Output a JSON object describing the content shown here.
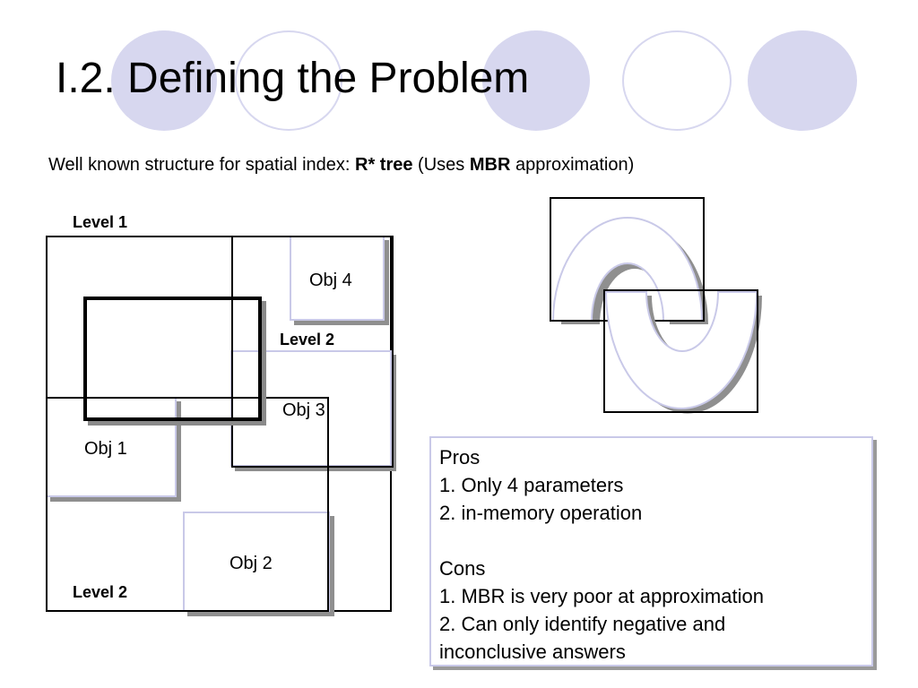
{
  "slide": {
    "title": "I.2. Defining the Problem",
    "subtitle": {
      "prefix": "Well known structure for spatial index: ",
      "bold1": "R* tree",
      "middle": " (Uses ",
      "bold2": "MBR",
      "suffix": " approximation)"
    }
  },
  "diagram": {
    "level1_label": "Level 1",
    "level2_label_upper": "Level 2",
    "level2_label_lower": "Level 2",
    "obj1_label": "Obj 1",
    "obj2_label": "Obj 2",
    "obj3_label": "Obj 3",
    "obj4_label": "Obj 4"
  },
  "pros_cons": {
    "pros_heading": "Pros",
    "pros": [
      "1. Only 4 parameters",
      "2. in-memory operation"
    ],
    "cons_heading": "Cons",
    "cons": [
      "1. MBR is very poor at approximation",
      "2. Can only identify negative and",
      "inconclusive answers"
    ]
  },
  "colors": {
    "decor_circle": "#d7d7ef",
    "object_border": "#c9c9e8",
    "shadow": "#8f8f8f"
  }
}
